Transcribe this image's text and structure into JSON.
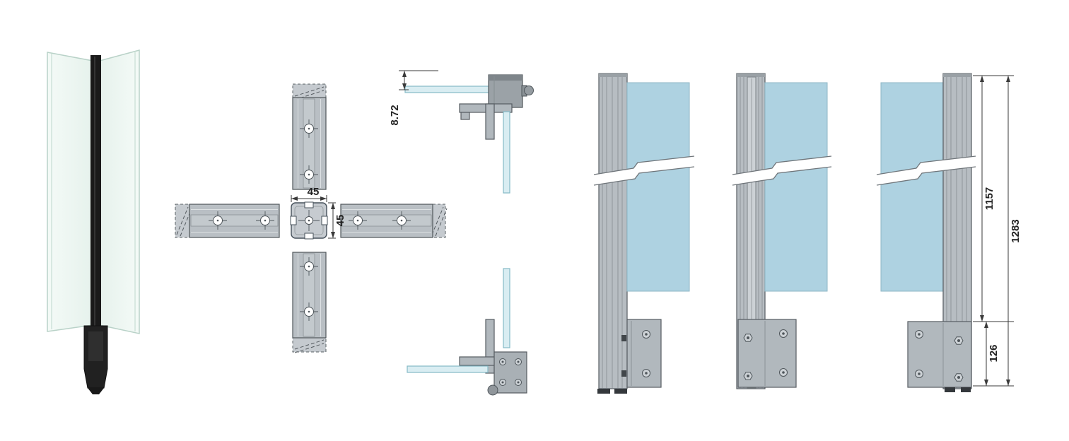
{
  "colors": {
    "background": "#ffffff",
    "glass_panel_blue": "#aed2e1",
    "glass_edge_teal": "#86bac6",
    "metal_gray": "#b7bdc2",
    "metal_outline": "#565c61",
    "post_black": "#1a1a1a",
    "dimension_line": "#3a3a3a"
  },
  "plan_view": {
    "dim_width_label": "45",
    "dim_depth_label": "45"
  },
  "corner_detail": {
    "glass_offset_label": "8.72"
  },
  "elevation": {
    "upper_height_label": "1157",
    "total_height_label": "1283",
    "bracket_height_label": "126"
  }
}
